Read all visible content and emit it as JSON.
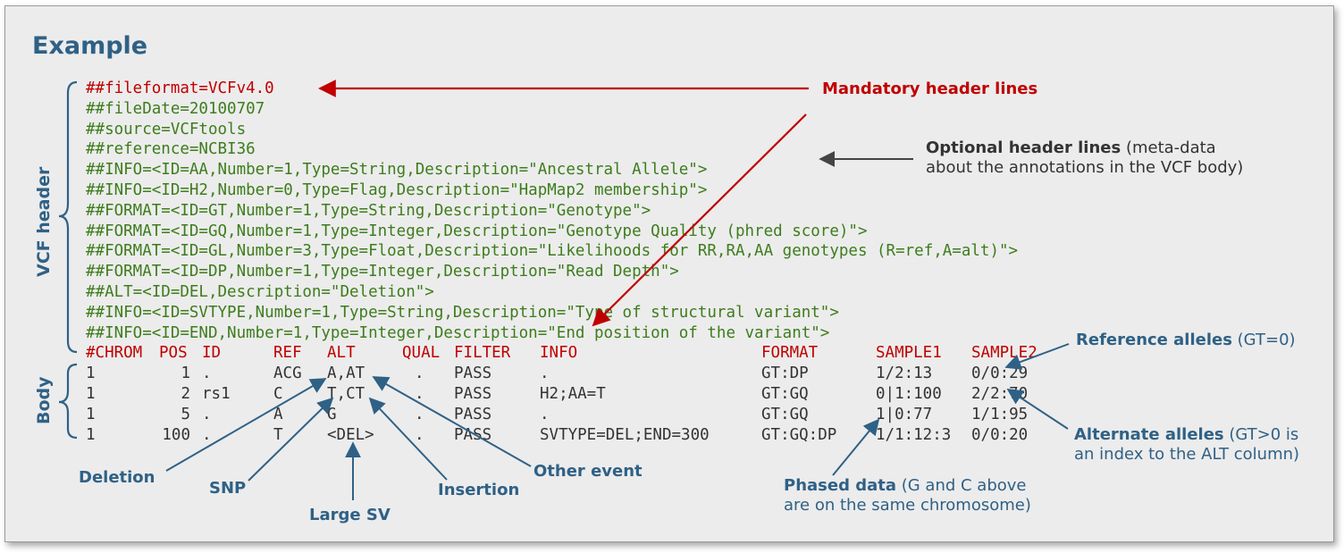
{
  "title": "Example",
  "side_labels": {
    "header": "VCF header",
    "body": "Body"
  },
  "header_lines": [
    "##fileformat=VCFv4.0",
    "##fileDate=20100707",
    "##source=VCFtools",
    "##reference=NCBI36",
    "##INFO=<ID=AA,Number=1,Type=String,Description=\"Ancestral Allele\">",
    "##INFO=<ID=H2,Number=0,Type=Flag,Description=\"HapMap2 membership\">",
    "##FORMAT=<ID=GT,Number=1,Type=String,Description=\"Genotype\">",
    "##FORMAT=<ID=GQ,Number=1,Type=Integer,Description=\"Genotype Quality (phred score)\">",
    "##FORMAT=<ID=GL,Number=3,Type=Float,Description=\"Likelihoods for RR,RA,AA genotypes (R=ref,A=alt)\">",
    "##FORMAT=<ID=DP,Number=1,Type=Integer,Description=\"Read Depth\">",
    "##ALT=<ID=DEL,Description=\"Deletion\">",
    "##INFO=<ID=SVTYPE,Number=1,Type=String,Description=\"Type of structural variant\">",
    "##INFO=<ID=END,Number=1,Type=Integer,Description=\"End position of the variant\">"
  ],
  "columns": [
    "#CHROM",
    "POS",
    "ID",
    "REF",
    "ALT",
    "QUAL",
    "FILTER",
    "INFO",
    "FORMAT",
    "SAMPLE1",
    "SAMPLE2"
  ],
  "rows": [
    [
      "1",
      "1",
      ".",
      "ACG",
      "A,AT",
      ".",
      "PASS",
      ".",
      "GT:DP",
      "1/2:13",
      "0/0:29"
    ],
    [
      "1",
      "2",
      "rs1",
      "C",
      "T,CT",
      ".",
      "PASS",
      "H2;AA=T",
      "GT:GQ",
      "0|1:100",
      "2/2:70"
    ],
    [
      "1",
      "5",
      ".",
      "A",
      "G",
      ".",
      "PASS",
      ".",
      "GT:GQ",
      "1|0:77",
      "1/1:95"
    ],
    [
      "1",
      "100",
      ".",
      "T",
      "<DEL>",
      ".",
      "PASS",
      "SVTYPE=DEL;END=300",
      "GT:GQ:DP",
      "1/1:12:3",
      "0/0:20"
    ]
  ],
  "annotations": {
    "mandatory": "Mandatory header lines",
    "optional_bold": "Optional header lines",
    "optional_rest1": " (meta-data",
    "optional_rest2": "about the annotations in the VCF body)",
    "reference_bold": "Reference alleles",
    "reference_rest": " (GT=0)",
    "alternate_bold": "Alternate alleles",
    "alternate_rest1": " (GT>0 is",
    "alternate_rest2": "an index to the ALT column)",
    "phased_bold": "Phased data",
    "phased_rest1": " (G and C above",
    "phased_rest2": "are on the same chromosome)",
    "deletion": "Deletion",
    "snp": "SNP",
    "large_sv": "Large SV",
    "insertion": "Insertion",
    "other_event": "Other event"
  },
  "colors": {
    "title": "#2f6186",
    "meta": "#3d7d1c",
    "mandatory": "#c00000",
    "body_text": "#333333",
    "background": "#ececec"
  }
}
